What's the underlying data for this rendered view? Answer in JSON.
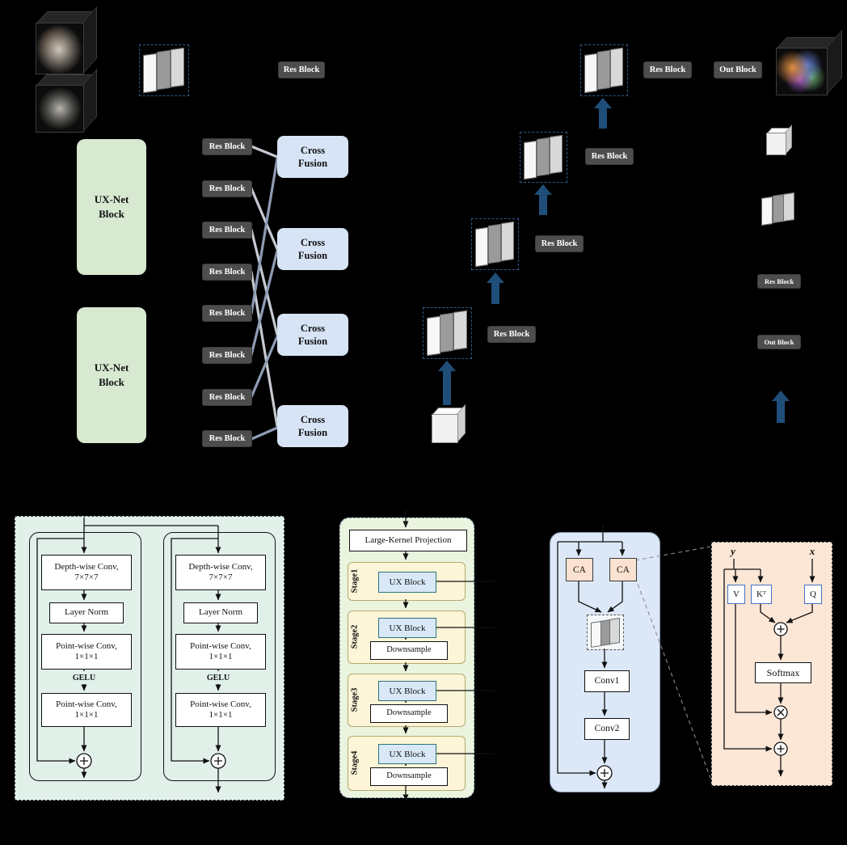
{
  "colors": {
    "background": "#000000",
    "badge_bg": "#4d4d4d",
    "ux_net_bg": "#d7e9d1",
    "cross_fusion_bg": "#d7e4f5",
    "arrow_blue": "#1f4e79",
    "fusion_line_light": "#c6cad0",
    "fusion_line_dark": "#8e9cb4",
    "panel_a_bg": "#e1f1ea",
    "panel_b_bg": "#eaf4de",
    "panel_c_bg": "#dce8f7",
    "panel_d_bg": "#fce6d5",
    "stage_bg": "#fdf5d7",
    "ux_block_bg": "#d9e8f7",
    "ca_bg": "#fbe2d0"
  },
  "icons": {
    "add_operator": "⊕",
    "multiply_operator": "⊗",
    "up_arrow": "block-arrow-up",
    "feature_map": "stacked-slabs",
    "volume": "3d-cube"
  },
  "diagram": {
    "res_block": "Res Block",
    "out_block": "Out Block",
    "ux_net_block": "UX-Net Block",
    "cross_fusion": "Cross Fusion"
  },
  "panel_a": {
    "depthwise_conv": "Depth-wise Conv, 7×7×7",
    "layer_norm": "Layer Norm",
    "pointwise_conv": "Point-wise Conv, 1×1×1",
    "gelu": "GELU"
  },
  "panel_b": {
    "projection": "Large-Kernel Projection",
    "stages": [
      "Stage1",
      "Stage2",
      "Stage3",
      "Stage4"
    ],
    "ux_block": "UX Block",
    "downsample": "Downsample"
  },
  "panel_c": {
    "ca": "CA",
    "conv1": "Conv1",
    "conv2": "Conv2"
  },
  "panel_d": {
    "input_y": "y",
    "input_x": "x",
    "value": "V",
    "key_t": "Kᵀ",
    "query": "Q",
    "softmax": "Softmax"
  }
}
